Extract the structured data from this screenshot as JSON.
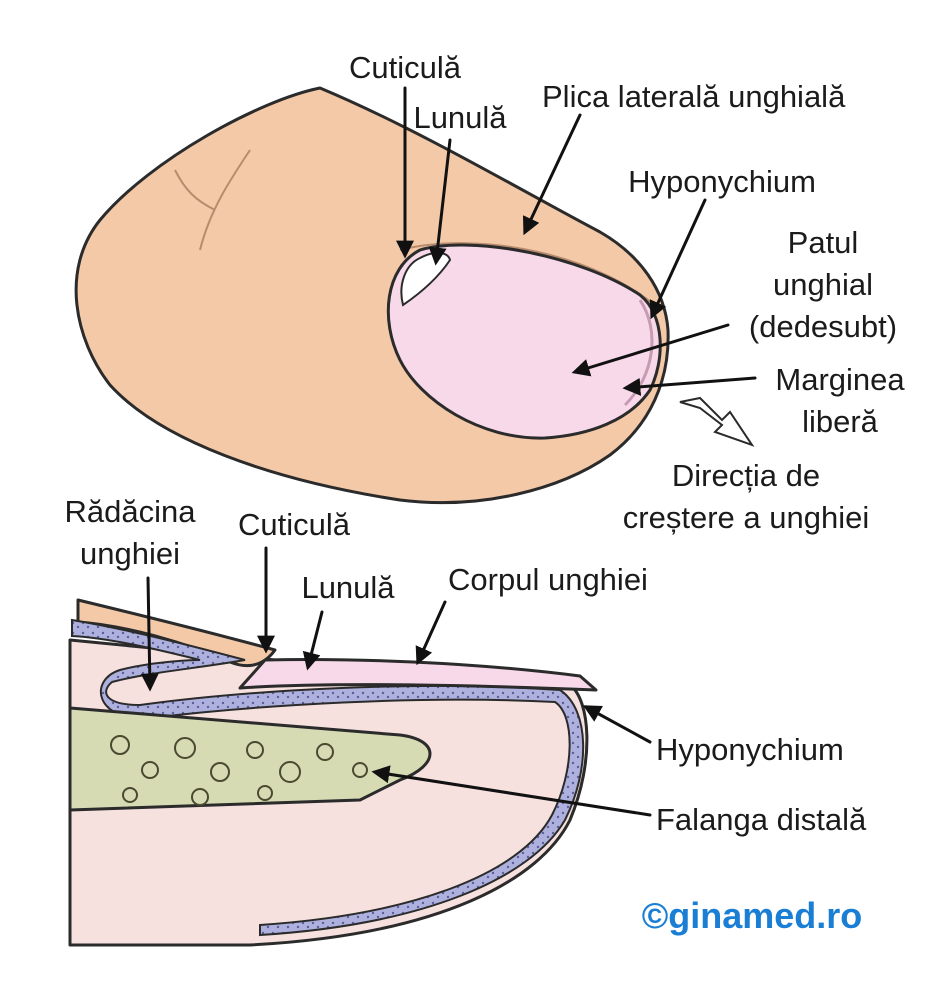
{
  "labels": {
    "top": {
      "cuticle": "Cuticulă",
      "lunula": "Lunulă",
      "lateral_fold": "Plica laterală unghială",
      "hyponychium": "Hyponychium",
      "nail_bed_line1": "Patul",
      "nail_bed_line2": "unghial",
      "nail_bed_line3": "(dedesubt)",
      "free_edge_line1": "Marginea",
      "free_edge_line2": "liberă",
      "growth_line1": "Direcția de",
      "growth_line2": "creștere a unghiei"
    },
    "bottom": {
      "root_line1": "Rădăcina",
      "root_line2": "unghiei",
      "cuticle": "Cuticulă",
      "lunula": "Lunulă",
      "body": "Corpul unghiei",
      "hyponychium": "Hyponychium",
      "distal_phalanx": "Falanga distală"
    }
  },
  "watermark": "©ginamed.ro",
  "colors": {
    "skin": "#f4c9a8",
    "nail": "#f8d9ea",
    "lunula": "#ffffff",
    "matrix": "#aeb1dd",
    "bone": "#d6dbb4",
    "tissue": "#f6e1df",
    "brand": "#1a7fd4"
  }
}
